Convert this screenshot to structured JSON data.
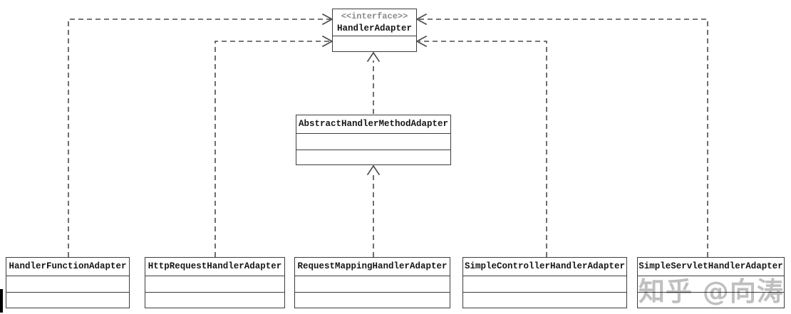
{
  "diagram": {
    "type": "uml-class-diagram",
    "interface_box": {
      "stereotype": "<<interface>>",
      "name": "HandlerAdapter"
    },
    "abstract_box": {
      "name": "AbstractHandlerMethodAdapter"
    },
    "class_boxes": [
      {
        "name": "HandlerFunctionAdapter"
      },
      {
        "name": "HttpRequestHandlerAdapter"
      },
      {
        "name": "RequestMappingHandlerAdapter"
      },
      {
        "name": "SimpleControllerHandlerAdapter"
      },
      {
        "name": "SimpleServletHandlerAdapter"
      }
    ],
    "relations": [
      {
        "from": "HandlerFunctionAdapter",
        "to": "HandlerAdapter",
        "type": "realization"
      },
      {
        "from": "HttpRequestHandlerAdapter",
        "to": "HandlerAdapter",
        "type": "realization"
      },
      {
        "from": "AbstractHandlerMethodAdapter",
        "to": "HandlerAdapter",
        "type": "realization"
      },
      {
        "from": "SimpleControllerHandlerAdapter",
        "to": "HandlerAdapter",
        "type": "realization"
      },
      {
        "from": "SimpleServletHandlerAdapter",
        "to": "HandlerAdapter",
        "type": "realization"
      },
      {
        "from": "RequestMappingHandlerAdapter",
        "to": "AbstractHandlerMethodAdapter",
        "type": "generalization"
      }
    ]
  },
  "watermark": {
    "text": "知乎 @向涛"
  },
  "colors": {
    "background": "#ffffff",
    "box_border": "#3d3d3d",
    "edge_line": "#4a4a4a",
    "class_name_text": "#161616",
    "stereotype_text": "#8a8a8a",
    "watermark_text": "#bfbfbf"
  }
}
